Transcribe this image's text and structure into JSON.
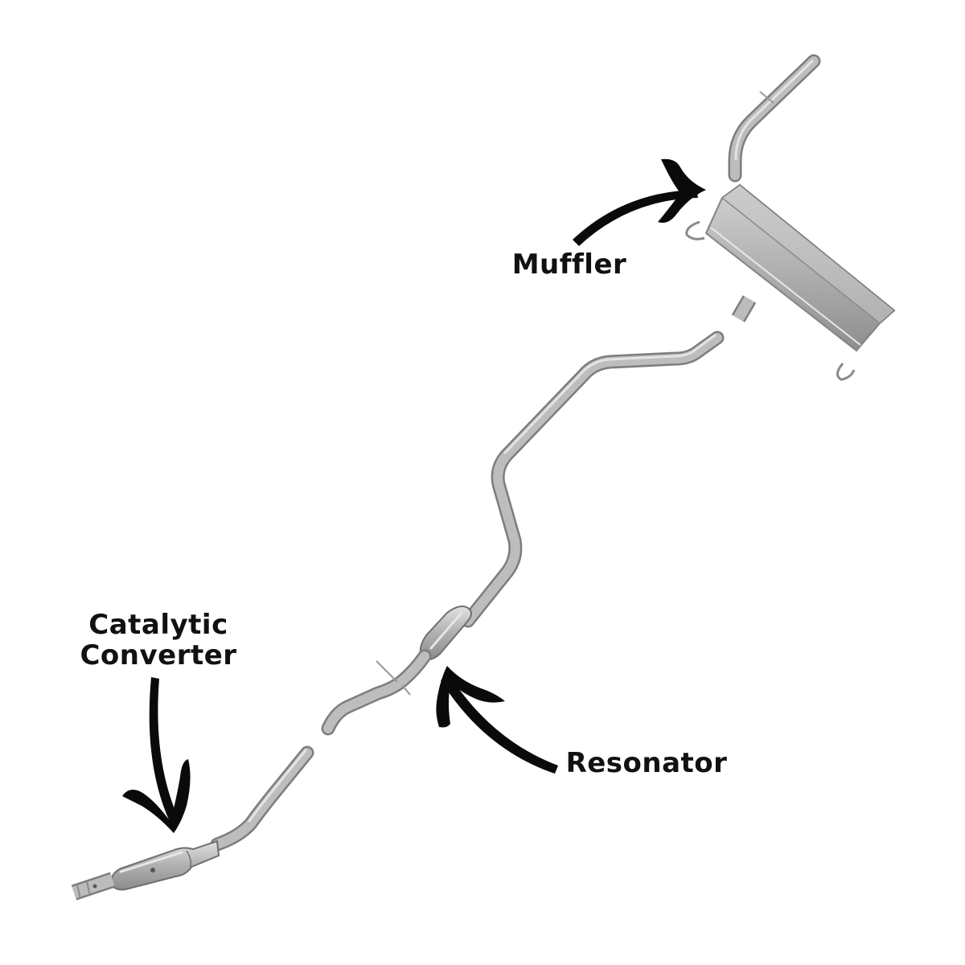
{
  "labels": {
    "muffler": "Muffler",
    "resonator": "Resonator",
    "catalytic_converter_line1": "Catalytic",
    "catalytic_converter_line2": "Converter"
  },
  "colors": {
    "background": "#ffffff",
    "text": "#111111",
    "arrow": "#0a0a0a",
    "pipe_fill": "#b9b9b9",
    "pipe_edge": "#7d7d7d",
    "pipe_highlight": "#e6e6e6"
  }
}
